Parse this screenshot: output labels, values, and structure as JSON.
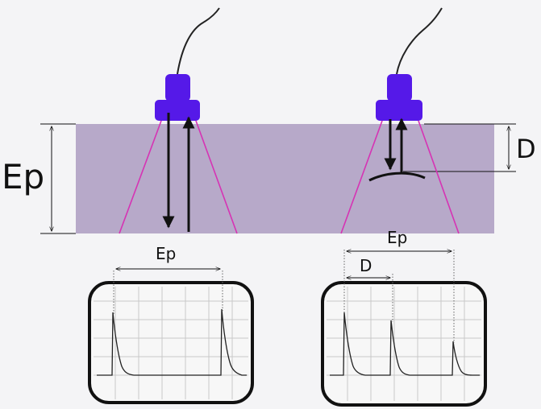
{
  "labels": {
    "material_thickness": "Ep",
    "defect_depth": "D",
    "left_scope_span": "Ep",
    "right_scope_span": "Ep",
    "right_scope_defect": "D"
  },
  "colors": {
    "background": "#f4f4f6",
    "material": "#b7a9c9",
    "transducer": "#5519e8",
    "beam": "#d633b4",
    "ink": "#111111",
    "grid": "#c9c9c9",
    "screen_background": "#f7f7f7"
  }
}
